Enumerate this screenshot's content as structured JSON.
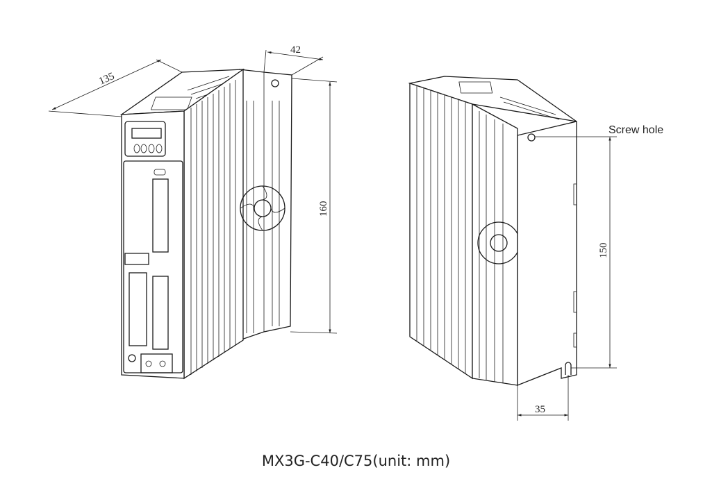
{
  "caption": "MX3G-C40/C75(unit:  mm)",
  "dimensions": {
    "depth": "135",
    "width": "42",
    "height_total": "160",
    "mount_height": "150",
    "mount_width": "35"
  },
  "labels": {
    "screw_hole": "Screw hole"
  },
  "colors": {
    "line": "#1a1a1a",
    "background": "#ffffff"
  }
}
